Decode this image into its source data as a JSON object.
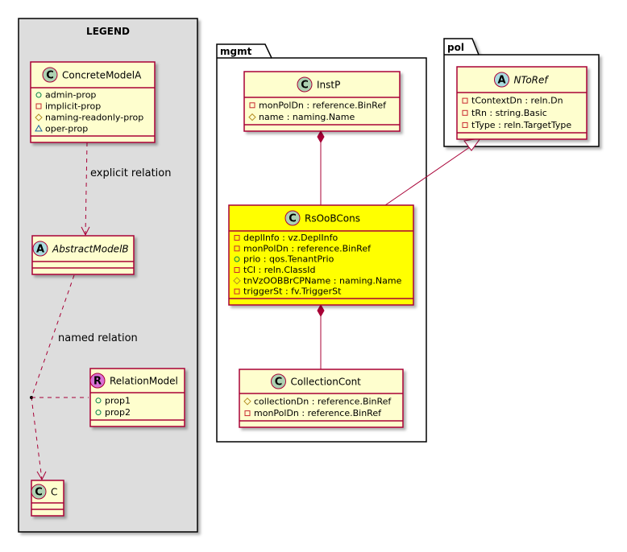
{
  "legend": {
    "title": "LEGEND",
    "concrete": {
      "stereo": "C",
      "name": "ConcreteModelA",
      "attrs": [
        {
          "vis": "public",
          "text": "admin-prop"
        },
        {
          "vis": "private",
          "text": "implicit-prop"
        },
        {
          "vis": "protected",
          "text": "naming-readonly-prop"
        },
        {
          "vis": "package",
          "text": "oper-prop"
        }
      ]
    },
    "abstract": {
      "stereo": "A",
      "name": "AbstractModelB"
    },
    "relation": {
      "stereo": "R",
      "name": "RelationModel",
      "attrs": [
        {
          "vis": "public",
          "text": "prop1"
        },
        {
          "vis": "public",
          "text": "prop2"
        }
      ]
    },
    "c": {
      "stereo": "C",
      "name": "C"
    },
    "explicit_label": "explicit relation",
    "named_label": "named relation"
  },
  "mgmt": {
    "label": "mgmt",
    "instp": {
      "stereo": "C",
      "name": "InstP",
      "attrs": [
        {
          "vis": "private",
          "text": "monPolDn : reference.BinRef"
        },
        {
          "vis": "protected",
          "text": "name : naming.Name"
        }
      ]
    },
    "rsoob": {
      "stereo": "C",
      "name": "RsOoBCons",
      "attrs": [
        {
          "vis": "private",
          "text": "deplInfo : vz.DeplInfo"
        },
        {
          "vis": "private",
          "text": "monPolDn : reference.BinRef"
        },
        {
          "vis": "public",
          "text": "prio : qos.TenantPrio"
        },
        {
          "vis": "private",
          "text": "tCl : reln.ClassId"
        },
        {
          "vis": "protected",
          "text": "tnVzOOBBrCPName : naming.Name"
        },
        {
          "vis": "private",
          "text": "triggerSt : fv.TriggerSt"
        }
      ]
    },
    "collection": {
      "stereo": "C",
      "name": "CollectionCont",
      "attrs": [
        {
          "vis": "protected",
          "text": "collectionDn : reference.BinRef"
        },
        {
          "vis": "private",
          "text": "monPolDn : reference.BinRef"
        }
      ]
    }
  },
  "pol": {
    "label": "pol",
    "ntoref": {
      "stereo": "A",
      "name": "NToRef",
      "attrs": [
        {
          "vis": "private",
          "text": "tContextDn : reln.Dn"
        },
        {
          "vis": "private",
          "text": "tRn : string.Basic"
        },
        {
          "vis": "private",
          "text": "tType : reln.TargetType"
        }
      ]
    }
  },
  "colors": {
    "border": "#A80036",
    "class_fill": "#FEFECE",
    "highlight_fill": "#FFFF00",
    "legend_fill": "#DDDDDD",
    "class_circle": "#ADD1B2",
    "abstract_circle": "#A9DCDF",
    "relation_circle": "#DA70D6"
  }
}
